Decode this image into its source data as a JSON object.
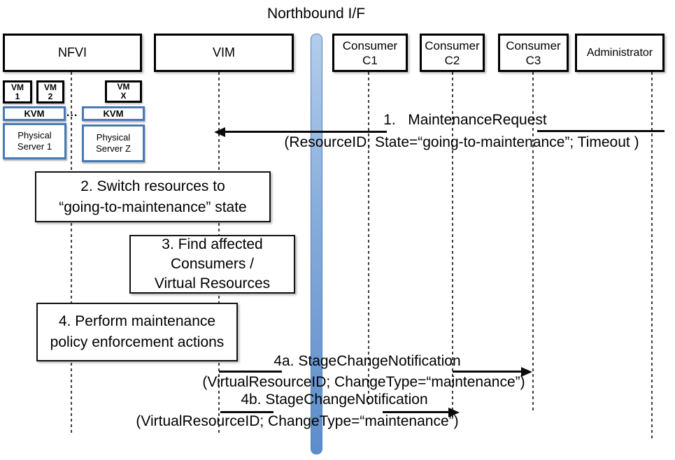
{
  "title": "Northbound I/F",
  "colors": {
    "accent_blue_border": "#4f81bd",
    "interface_bar_top": "#b3cdec",
    "interface_bar_bottom": "#5d8dca",
    "arrow_black": "#0a0a0a",
    "box_fill": "#ffffff"
  },
  "actors": {
    "nfvi": "NFVI",
    "vim": "VIM",
    "c1": "Consumer\nC1",
    "c2": "Consumer\nC2",
    "c3": "Consumer\nC3",
    "admin": "Administrator"
  },
  "nfvi_stack": {
    "vm1": "VM\n1",
    "vm2": "VM\n2",
    "vmx": "VM\nX",
    "kvm_left": "KVM",
    "kvm_right": "KVM",
    "ellipsis": "...",
    "server_left": "Physical\nServer 1",
    "server_right": "Physical\nServer Z"
  },
  "messages": {
    "m1": {
      "label": "1.   MaintenanceRequest",
      "params": "(ResourceID; State=“going-to-maintenance”; Timeout )"
    },
    "m4a": {
      "label": "4a. StageChangeNotification",
      "params": "(VirtualResourceID; ChangeType=“maintenance”)"
    },
    "m4b": {
      "label": "4b. StageChangeNotification",
      "params": "(VirtualResourceID; ChangeType=“maintenance”)"
    }
  },
  "steps": {
    "s2": "2. Switch resources to\n“going-to-maintenance” state",
    "s3": "3. Find affected\nConsumers /\nVirtual Resources",
    "s4": "4. Perform maintenance\npolicy enforcement actions"
  }
}
